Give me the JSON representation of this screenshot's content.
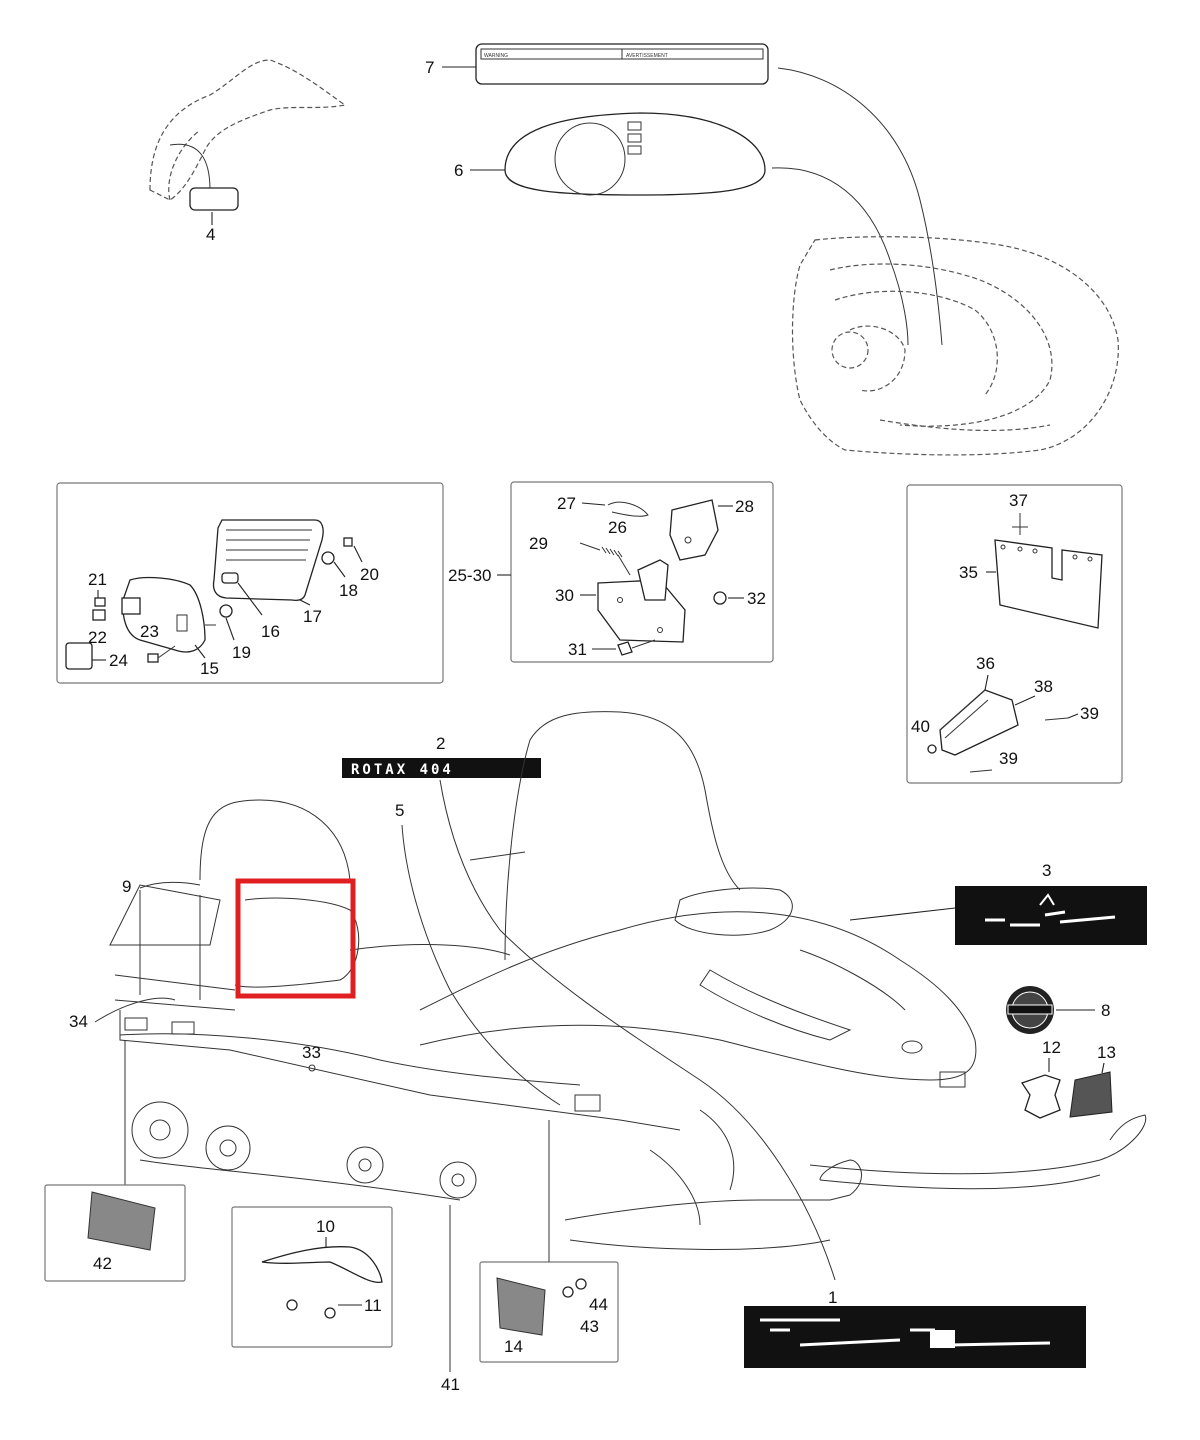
{
  "callouts": {
    "c1": "1",
    "c2": "2",
    "c3": "3",
    "c4": "4",
    "c5": "5",
    "c6": "6",
    "c7": "7",
    "c8": "8",
    "c9": "9",
    "c10": "10",
    "c11": "11",
    "c12": "12",
    "c13": "13",
    "c14": "14",
    "c15": "15",
    "c16": "16",
    "c17": "17",
    "c18": "18",
    "c19": "19",
    "c20": "20",
    "c21": "21",
    "c22": "22",
    "c23": "23",
    "c24": "24",
    "c25_30": "25-30",
    "c26": "26",
    "c27": "27",
    "c28": "28",
    "c29": "29",
    "c30": "30",
    "c31": "31",
    "c32": "32",
    "c33": "33",
    "c34": "34",
    "c35": "35",
    "c36": "36",
    "c37": "37",
    "c38": "38",
    "c39a": "39",
    "c39b": "39",
    "c40": "40",
    "c41": "41",
    "c42": "42",
    "c43": "43",
    "c44": "44"
  },
  "decals": {
    "rotax": "ROTAX 404",
    "warning_left": "WARNING",
    "warning_right": "AVERTISSEMENT"
  },
  "highlight": {
    "color": "#e02020"
  }
}
